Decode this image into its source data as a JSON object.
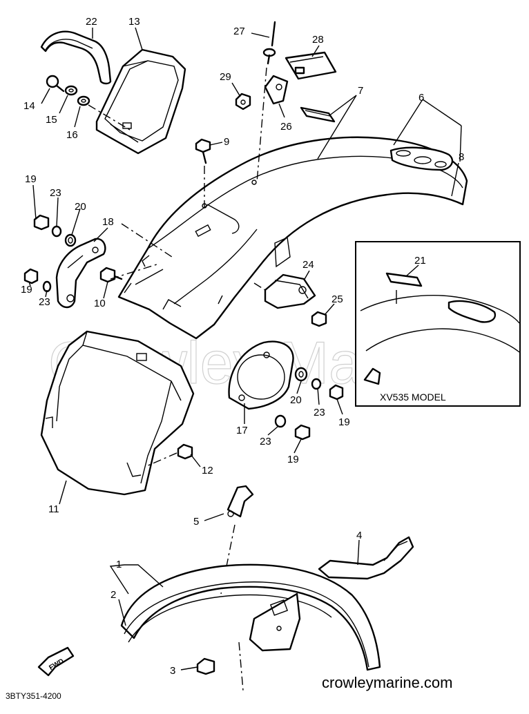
{
  "watermark": "Crowley Marine",
  "website": "crowleymarine.com",
  "diagram_code": "3BTY351-4200",
  "inset_caption": "XV535 MODEL",
  "direction_tag": "FWD",
  "callouts": {
    "c1": "1",
    "c2": "2",
    "c3": "3",
    "c4": "4",
    "c5": "5",
    "c6": "6",
    "c7": "7",
    "c8": "8",
    "c9": "9",
    "c10": "10",
    "c11": "11",
    "c12": "12",
    "c13": "13",
    "c14": "14",
    "c15": "15",
    "c16": "16",
    "c17": "17",
    "c18": "18",
    "c19a": "19",
    "c19b": "19",
    "c19c": "19",
    "c19d": "19",
    "c20a": "20",
    "c20b": "20",
    "c21": "21",
    "c22": "22",
    "c23a": "23",
    "c23b": "23",
    "c23c": "23",
    "c23d": "23",
    "c24": "24",
    "c25": "25",
    "c26": "26",
    "c27": "27",
    "c28": "28",
    "c29": "29"
  }
}
